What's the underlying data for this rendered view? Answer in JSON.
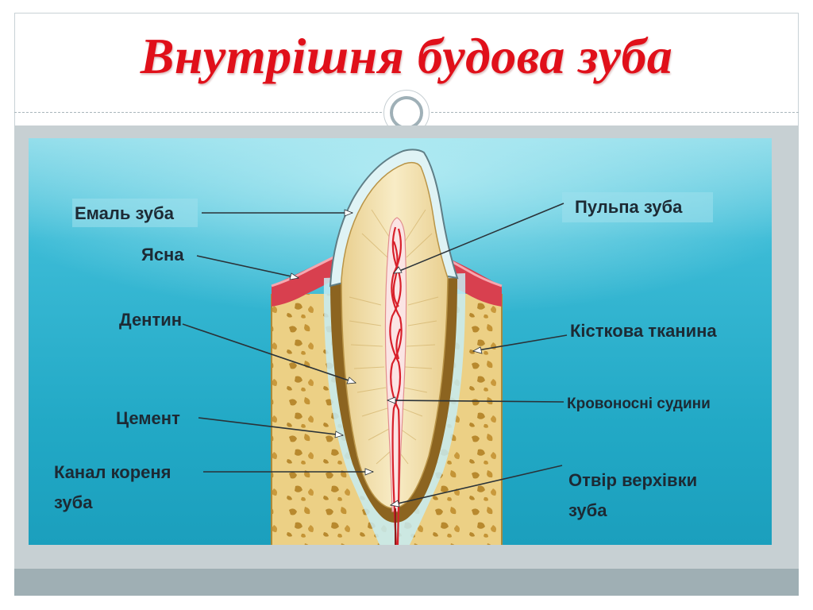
{
  "title": "Внутрішня будова зуба",
  "labels": {
    "enamel": "Емаль зуба",
    "gum": "Ясна",
    "dentin": "Дентин",
    "cement": "Цемент",
    "root_canal_line1": "Канал кореня",
    "root_canal_line2": "зуба",
    "pulp": "Пульпа зуба",
    "bone": "Кісткова тканина",
    "vessels": "Кровоносні судини",
    "apex_line1": "Отвір верхівки",
    "apex_line2": "зуба"
  },
  "colors": {
    "title": "#e0101a",
    "background_water": "#2ab3cf",
    "bone": "#e8c978",
    "gum": "#d8404f",
    "enamel": "#dff3f5",
    "dentin": "#f2dfae",
    "vessel": "#d8202a",
    "label_text": "#1d2a34"
  }
}
